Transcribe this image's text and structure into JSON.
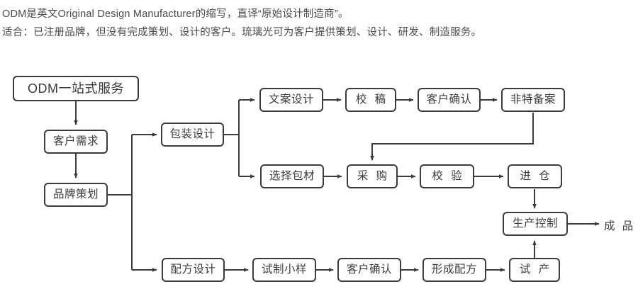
{
  "intro": {
    "line1": "ODM是英文Original Design Manufacturer的缩写，直译“原始设计制造商”。",
    "line2": "适合：已注册品牌，但没有完成策划、设计的客户。琉璃光可为客户提供策划、设计、研发、制造服务。"
  },
  "colors": {
    "stroke": "#3b3b3b",
    "text": "#3b3b3b",
    "intro_text": "#4a4a4a",
    "background": "#ffffff"
  },
  "diagram": {
    "title_node": "ODM一站式服务",
    "nodes": {
      "odm": "ODM一站式服务",
      "customer_requirement": "客户需求",
      "brand_planning": "品牌策划",
      "package_design": "包装设计",
      "copy_design": "文案设计",
      "proofread": "校 稿",
      "customer_confirm_top": "客户确认",
      "non_special_filing": "非特备案",
      "select_material": "选择包材",
      "purchase": "采 购",
      "inspect": "校 验",
      "warehouse": "进 仓",
      "production_control": "生产控制",
      "formula_design": "配方设计",
      "trial_sample": "试制小样",
      "customer_confirm_bottom": "客户确认",
      "form_formula": "形成配方",
      "trial_production": "试 产",
      "finished_product": "成 品"
    },
    "edges": [
      {
        "from": "ODM一站式服务",
        "to": "客户需求"
      },
      {
        "from": "客户需求",
        "to": "品牌策划"
      },
      {
        "from": "品牌策划",
        "to": "包装设计"
      },
      {
        "from": "品牌策划",
        "to": "配方设计"
      },
      {
        "from": "包装设计",
        "to": "文案设计"
      },
      {
        "from": "包装设计",
        "to": "选择包材"
      },
      {
        "from": "文案设计",
        "to": "校 稿"
      },
      {
        "from": "校 稿",
        "to": "客户确认"
      },
      {
        "from": "客户确认",
        "to": "非特备案"
      },
      {
        "from": "非特备案",
        "to": "采 购"
      },
      {
        "from": "选择包材",
        "to": "采 购"
      },
      {
        "from": "采 购",
        "to": "校 验"
      },
      {
        "from": "校 验",
        "to": "进 仓"
      },
      {
        "from": "进 仓",
        "to": "生产控制"
      },
      {
        "from": "配方设计",
        "to": "试制小样"
      },
      {
        "from": "试制小样",
        "to": "客户确认"
      },
      {
        "from": "客户确认",
        "to": "形成配方"
      },
      {
        "from": "形成配方",
        "to": "试 产"
      },
      {
        "from": "试 产",
        "to": "生产控制"
      },
      {
        "from": "生产控制",
        "to": "成 品"
      }
    ]
  }
}
